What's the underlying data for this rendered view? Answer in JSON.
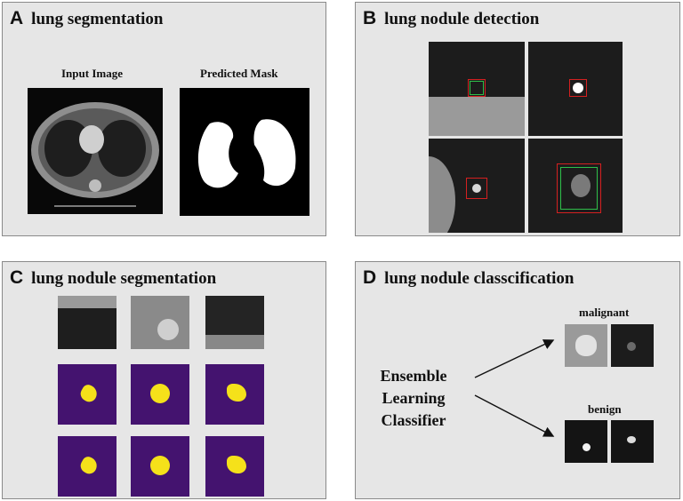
{
  "panel_a": {
    "letter": "A",
    "title": "lung segmentation",
    "input_label": "Input Image",
    "mask_label": "Predicted Mask"
  },
  "panel_b": {
    "letter": "B",
    "title": "lung nodule detection"
  },
  "panel_c": {
    "letter": "C",
    "title": "lung nodule segmentation"
  },
  "panel_d": {
    "letter": "D",
    "title": "lung nodule classcification",
    "classifier_lines": [
      "Ensemble",
      "Learning",
      "Classifier"
    ],
    "malignant_label": "malignant",
    "benign_label": "benign"
  },
  "colors": {
    "panel_bg": "#e6e6e6",
    "mask_purple": "#44136f",
    "nodule_yellow": "#f5e11a",
    "box_red": "#d42020",
    "box_green": "#2fbf4a"
  }
}
